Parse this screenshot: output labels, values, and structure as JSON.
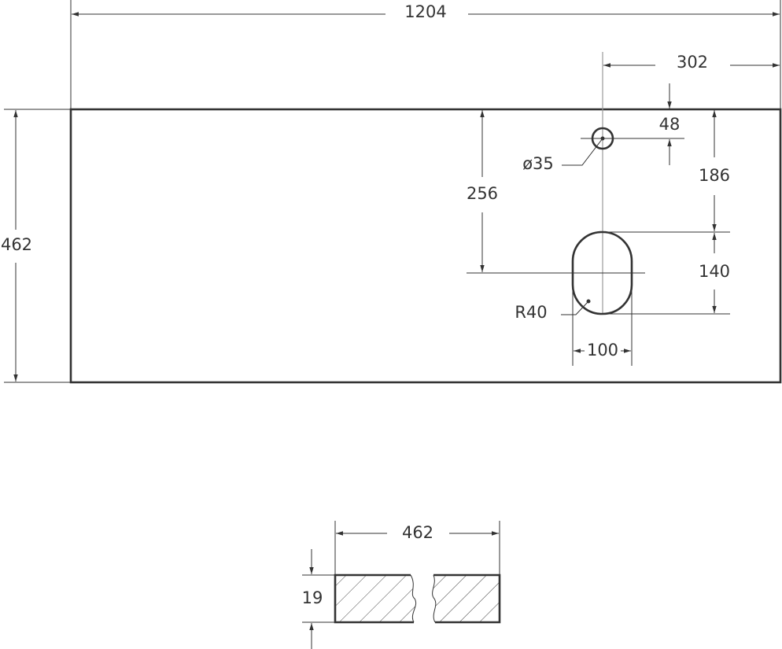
{
  "drawing": {
    "top_view": {
      "overall_width": "1204",
      "overall_depth": "462",
      "faucet_offset_right": "302",
      "faucet_offset_top": "48",
      "faucet_hole_diameter": "ø35",
      "cutout_center_from_top": "256",
      "cutout_top_from_edge": "186",
      "cutout_length": "140",
      "cutout_width": "100",
      "cutout_radius": "R40"
    },
    "section_view": {
      "depth": "462",
      "thickness": "19"
    },
    "colors": {
      "line": "#333333",
      "centerline": "#999999",
      "background": "#ffffff"
    }
  }
}
